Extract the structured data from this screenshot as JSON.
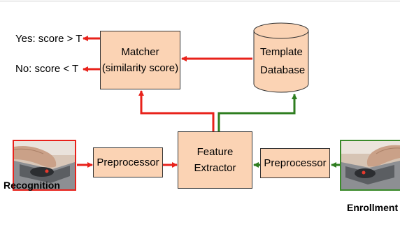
{
  "decisions": {
    "yes": "Yes: score > T",
    "no": "No: score < T"
  },
  "matcher": {
    "line1": "Matcher",
    "line2": "(similarity score)"
  },
  "database": {
    "line1": "Template",
    "line2": "Database"
  },
  "feature_extractor": {
    "line1": "Feature",
    "line2": "Extractor"
  },
  "preprocessor_left": "Preprocessor",
  "preprocessor_right": "Preprocessor",
  "recognition_label": "Recognition",
  "enrollment_label": "Enrollment",
  "colors": {
    "box_fill": "#fbd3b4",
    "recognition_path": "#e8221b",
    "enrollment_path": "#2e7d1f",
    "recognition_frame": "#e8221b",
    "enrollment_frame": "#3a8a2a"
  }
}
